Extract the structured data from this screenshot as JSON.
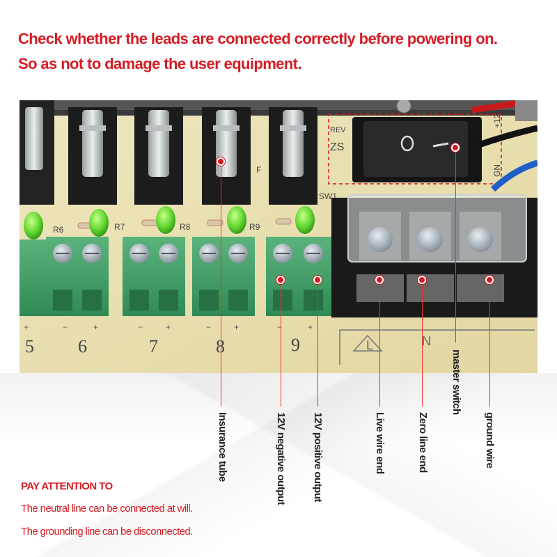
{
  "header": {
    "line1": "Check whether the leads are connected correctly before powering on.",
    "line2": "So as not to damage the user equipment."
  },
  "photo": {
    "terminal_numbers": [
      "5",
      "6",
      "7",
      "8",
      "9"
    ],
    "board_text": [
      "REV",
      "ZS",
      "SW1",
      "R6",
      "R7",
      "R8",
      "R9",
      "F",
      "L",
      "N",
      "GN",
      "+12"
    ]
  },
  "callouts": [
    {
      "id": "insurance-tube",
      "label": "Insurance tube"
    },
    {
      "id": "12v-negative",
      "label": "12V negative output"
    },
    {
      "id": "12v-positive",
      "label": "12V positive output"
    },
    {
      "id": "live-wire",
      "label": "Live wire end"
    },
    {
      "id": "zero-line",
      "label": "Zero line end"
    },
    {
      "id": "master-switch",
      "label": "master switch"
    },
    {
      "id": "ground-wire",
      "label": "ground wire"
    }
  ],
  "notice": {
    "title": "PAY ATTENTION TO",
    "lines": [
      "The neutral line can be connected at will.",
      "The grounding line can be disconnected."
    ]
  },
  "colors": {
    "accent_red": "#d51c24",
    "terminal_green": "#3f9a63",
    "board": "#e8dfb0"
  }
}
